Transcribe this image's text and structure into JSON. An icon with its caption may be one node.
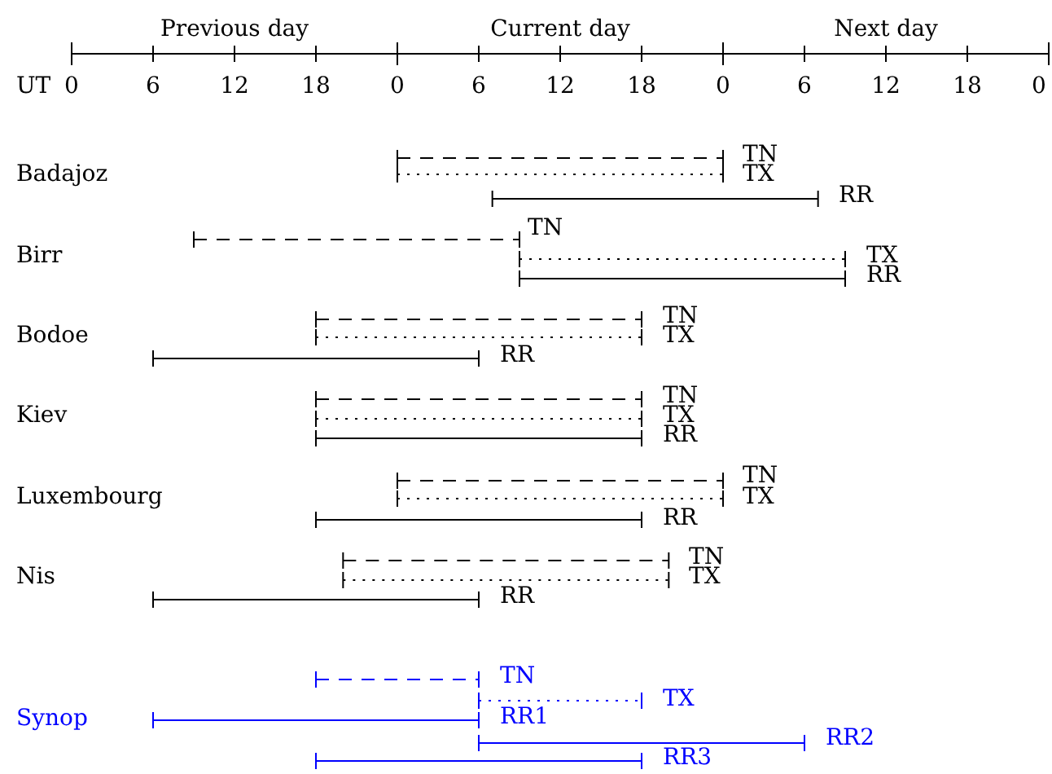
{
  "diagram": {
    "labels": [
      "Previous day",
      "Current day",
      "Next day",
      "UT",
      "0",
      "6",
      "12",
      "18",
      "0",
      "6",
      "12",
      "18",
      "0",
      "6",
      "12",
      "18",
      "0",
      "Badajoz",
      "TN",
      "TX",
      "RR",
      "Birr",
      "TN",
      "TX",
      "RR",
      "Bodoe",
      "TN",
      "TX",
      "RR",
      "Kiev",
      "TN",
      "TX",
      "RR",
      "Luxembourg",
      "TN",
      "TX",
      "RR",
      "Nis",
      "TN",
      "TX",
      "RR",
      "Synop",
      "TN",
      "TX",
      "RR1",
      "RR2",
      "RR3"
    ]
  }
}
